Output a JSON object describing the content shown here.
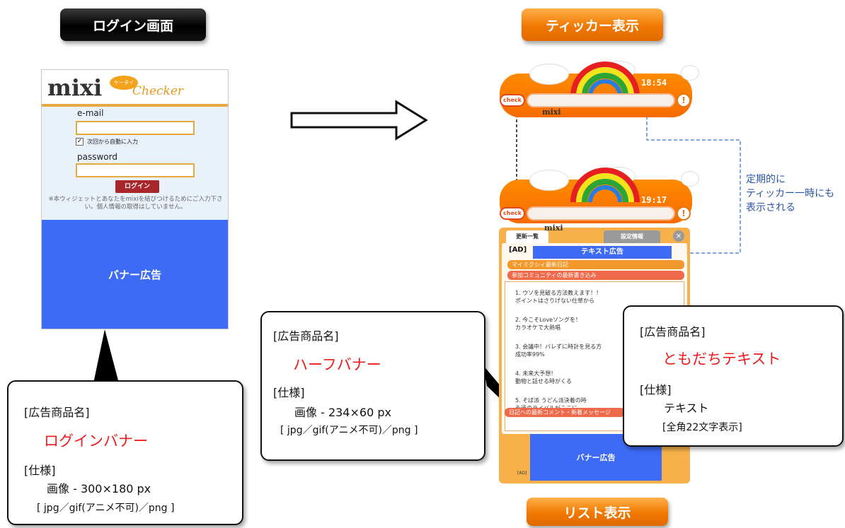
{
  "titles": {
    "login_screen": "ログイン画面",
    "ticker_view": "ティッカー表示",
    "list_view": "リスト表示"
  },
  "login_widget": {
    "logo_mixi": "mixi",
    "logo_bubble": "ケータイ",
    "logo_checker": "Checker",
    "email_label": "e-mail",
    "auto_login_label": "次回から自動に入力",
    "password_label": "password",
    "login_button": "ログイン",
    "note": "※本ウィジェットとあなたをmixiを結びつけるためにご入力下さい。個人情報の取得はしていません。",
    "banner": "バナー広告"
  },
  "callout_login": {
    "heading": "[広告商品名]",
    "product": "ログインバナー",
    "spec_heading": "[仕様]",
    "spec_line": "画像 - 300×180 px",
    "formats": "[ jpg／gif(アニメ不可)／png ]"
  },
  "callout_half": {
    "heading": "[広告商品名]",
    "product": "ハーフバナー",
    "spec_heading": "[仕様]",
    "spec_line": "画像 - 234×60 px",
    "formats": "[ jpg／gif(アニメ不可)／png ]"
  },
  "callout_text": {
    "heading": "[広告商品名]",
    "product": "ともだちテキスト",
    "spec_heading": "[仕様]",
    "spec_line": "テキスト",
    "formats": "[全角22文字表示]"
  },
  "ticker_top": {
    "time": "18:54",
    "check": "check",
    "info": "!",
    "logo": "mixi"
  },
  "ticker_bottom": {
    "time": "19:17",
    "check": "check",
    "info": "!",
    "logo": "mixi"
  },
  "periodic_note": [
    "定期的に",
    "ティッカー一時にも",
    "表示される"
  ],
  "list_panel": {
    "tab_updates": "更新一覧",
    "tab_settings": "設定情報",
    "close": "×",
    "ad_tag": "[AD]",
    "text_ad": "テキスト広告",
    "stripe1": "マイミクシィ最新日記",
    "stripe2": "参加コミュニティの最新書き込み",
    "items": [
      {
        "num": "1.",
        "title": "ウソを見破る方法教えます！！",
        "sub": "ポイントはさりげない仕草から"
      },
      {
        "num": "2.",
        "title": "今こそLoveソングを！",
        "sub": "カラオケで大熱唱"
      },
      {
        "num": "3.",
        "title": "会議中！バレずに時計を見る方",
        "sub": "成功率99%"
      },
      {
        "num": "4.",
        "title": "未来大予想！",
        "sub": "動物と話せる時がくる"
      },
      {
        "num": "5.",
        "title": "そば派 うどん派決着の時",
        "sub": "永遠のライバルがここに..."
      }
    ],
    "footer_stripe": "日記への最新コメント・新着メッセージ",
    "banner": "バナー広告",
    "ad_footer": "[AD]"
  }
}
